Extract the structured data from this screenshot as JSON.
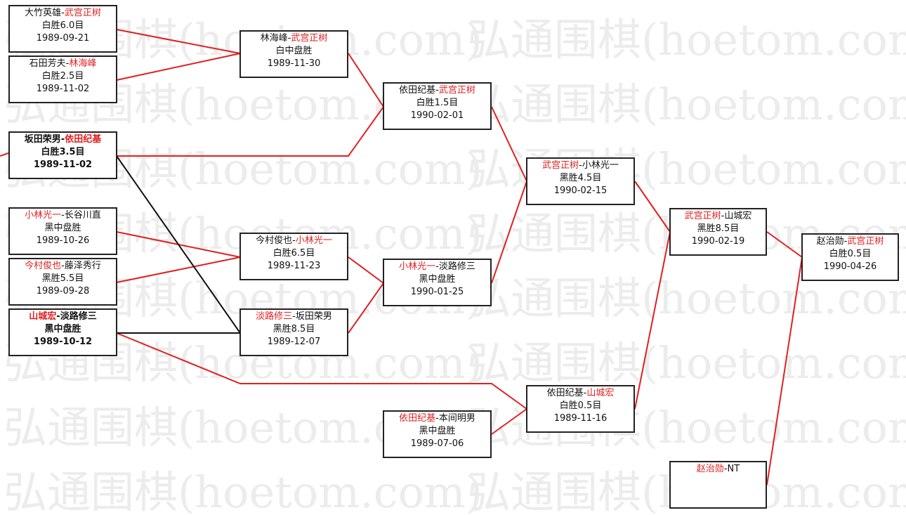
{
  "watermark": "弘通围棋(hoetom.com)",
  "colors": {
    "winner": "#e02020",
    "line": "#e02020",
    "line_alt": "#111111",
    "border": "#222222"
  },
  "boxes": {
    "r1_1": {
      "p1": "大竹英雄",
      "sep": "-",
      "p2": "武宫正树",
      "winner": 2,
      "result": "白胜6.0目",
      "date": "1989-09-21"
    },
    "r1_2": {
      "p1": "石田芳夫",
      "sep": "-",
      "p2": "林海峰",
      "winner": 2,
      "result": "白胜2.5目",
      "date": "1989-11-02"
    },
    "r1_3": {
      "p1": "坂田荣男",
      "sep": "-",
      "p2": "依田纪基",
      "winner": 2,
      "result": "白胜3.5目",
      "date": "1989-11-02"
    },
    "r1_4": {
      "p1": "小林光一",
      "sep": "-",
      "p2": "长谷川直",
      "winner": 1,
      "result": "黑中盘胜",
      "date": "1989-10-26"
    },
    "r1_5": {
      "p1": "今村俊也",
      "sep": "-",
      "p2": "藤泽秀行",
      "winner": 1,
      "result": "黑胜5.5目",
      "date": "1989-09-28"
    },
    "r1_6": {
      "p1": "山城宏",
      "sep": "-",
      "p2": "淡路修三",
      "winner": 1,
      "result": "黑中盘胜",
      "date": "1989-10-12"
    },
    "r2_1": {
      "p1": "林海峰",
      "sep": "-",
      "p2": "武宫正树",
      "winner": 2,
      "result": "白中盘胜",
      "date": "1989-11-30"
    },
    "r2_2": {
      "p1": "今村俊也",
      "sep": "-",
      "p2": "小林光一",
      "winner": 2,
      "result": "白胜6.5目",
      "date": "1989-11-23"
    },
    "r2_3": {
      "p1": "淡路修三",
      "sep": "-",
      "p2": "坂田荣男",
      "winner": 1,
      "result": "黑胜8.5目",
      "date": "1989-12-07"
    },
    "r3_1": {
      "p1": "依田纪基",
      "sep": "-",
      "p2": "武宫正树",
      "winner": 2,
      "result": "白胜1.5目",
      "date": "1990-02-01"
    },
    "r3_2": {
      "p1": "小林光一",
      "sep": "-",
      "p2": "淡路修三",
      "winner": 1,
      "result": "黑中盘胜",
      "date": "1990-01-25"
    },
    "r3_3": {
      "p1": "依田纪基",
      "sep": "-",
      "p2": "本间明男",
      "winner": 1,
      "result": "黑中盘胜",
      "date": "1989-07-06"
    },
    "r4_1": {
      "p1": "武宫正树",
      "sep": "-",
      "p2": "小林光一",
      "winner": 1,
      "result": "黑胜4.5目",
      "date": "1990-02-15"
    },
    "r4_2": {
      "p1": "依田纪基",
      "sep": "-",
      "p2": "山城宏",
      "winner": 2,
      "result": "白胜0.5目",
      "date": "1989-11-16"
    },
    "r5_1": {
      "p1": "武宫正树",
      "sep": "-",
      "p2": "山城宏",
      "winner": 1,
      "result": "黑胜8.5目",
      "date": "1990-02-19"
    },
    "r5_2": {
      "p1": "赵治勋",
      "sep": "-",
      "p2": "NT",
      "winner": 1,
      "result": "",
      "date": ""
    },
    "final": {
      "p1": "赵治勋",
      "sep": "-",
      "p2": "武宫正树",
      "winner": 2,
      "result": "白胜0.5目",
      "date": "1990-04-26"
    }
  }
}
